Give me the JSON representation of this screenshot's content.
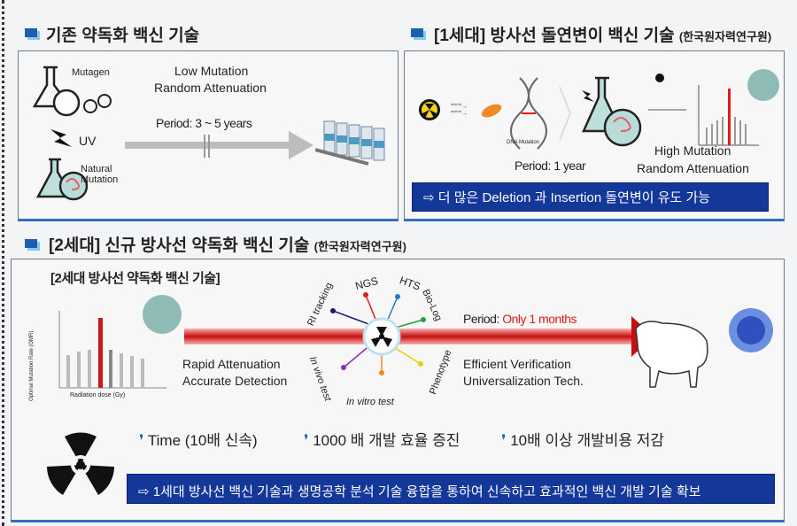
{
  "sections": {
    "conventional": {
      "title": "기존 약독화 백신 기술",
      "mutagen": "Mutagen",
      "uv": "UV",
      "natural": "Natural Mutation",
      "line1": "Low Mutation",
      "line2": "Random Attenuation",
      "period": "Period: 3 ~ 5 years"
    },
    "gen1": {
      "title": "[1세대] 방사선 돌연변이 백신 기술",
      "org": "(한국원자력연구원)",
      "dna": "DNA Mutation",
      "period": "Period: 1 year",
      "line1": "High Mutation",
      "line2": "Random Attenuation",
      "banner": "⇨ 더 많은 Deletion 과 Insertion 돌연변이 유도 가능"
    },
    "gen2": {
      "title": "[2세대] 신규 방사선 약독화 백신 기술",
      "org": "(한국원자력연구원)",
      "subtitle": "[2세대 방사선 약독화 백신 기술]",
      "ylabel": "Optimal Mutation Rate (OMR)",
      "xlabel": "Radiation dose (Gy)",
      "left1": "Rapid Attenuation",
      "left2": "Accurate Detection",
      "hub": [
        "RI tracking",
        "NGS",
        "HTS",
        "Bio-Log",
        "Phenotype",
        "In vitro test",
        "In vivo test"
      ],
      "period_label": "Period: ",
      "period_value": "Only 1 months",
      "right1": "Efficient Verification",
      "right2": "Universalization Tech.",
      "benefits": [
        "Time (10배 신속)",
        "1000 배 개발 효율 증진",
        "10배 이상 개발비용 저감"
      ],
      "banner": "⇨ 1세대 방사선 백신 기술과 생명공학 분석 기술 융합을 통하여 신속하고 효과적인 백신 개발 기술 확보"
    }
  },
  "colors": {
    "accent": "#14379a",
    "red": "#e21b1b"
  }
}
